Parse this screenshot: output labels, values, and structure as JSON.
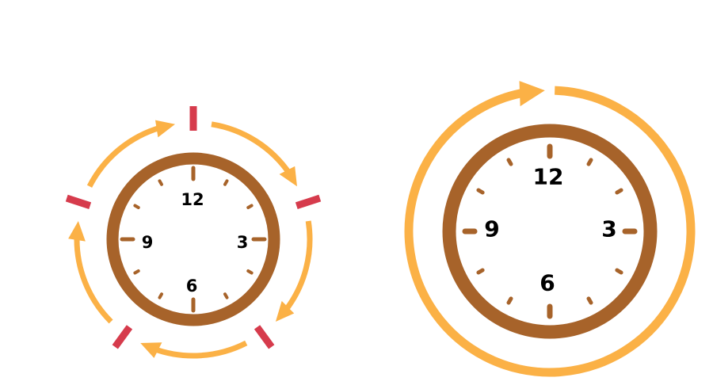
{
  "colors": {
    "clock_rim": "#a7632a",
    "cycle_arrow": "#fbb146",
    "segment_divider": "#d63b4c",
    "background": "#ffffff"
  },
  "left_clock": {
    "numbers": {
      "twelve": "12",
      "three": "3",
      "six": "6",
      "nine": "9"
    },
    "cycle_segments": 5
  },
  "right_clock": {
    "numbers": {
      "twelve": "12",
      "three": "3",
      "six": "6",
      "nine": "9"
    },
    "cycle_segments": 1
  },
  "icons": {
    "left": "segmented-cycle-clock-icon",
    "right": "continuous-cycle-clock-icon"
  }
}
